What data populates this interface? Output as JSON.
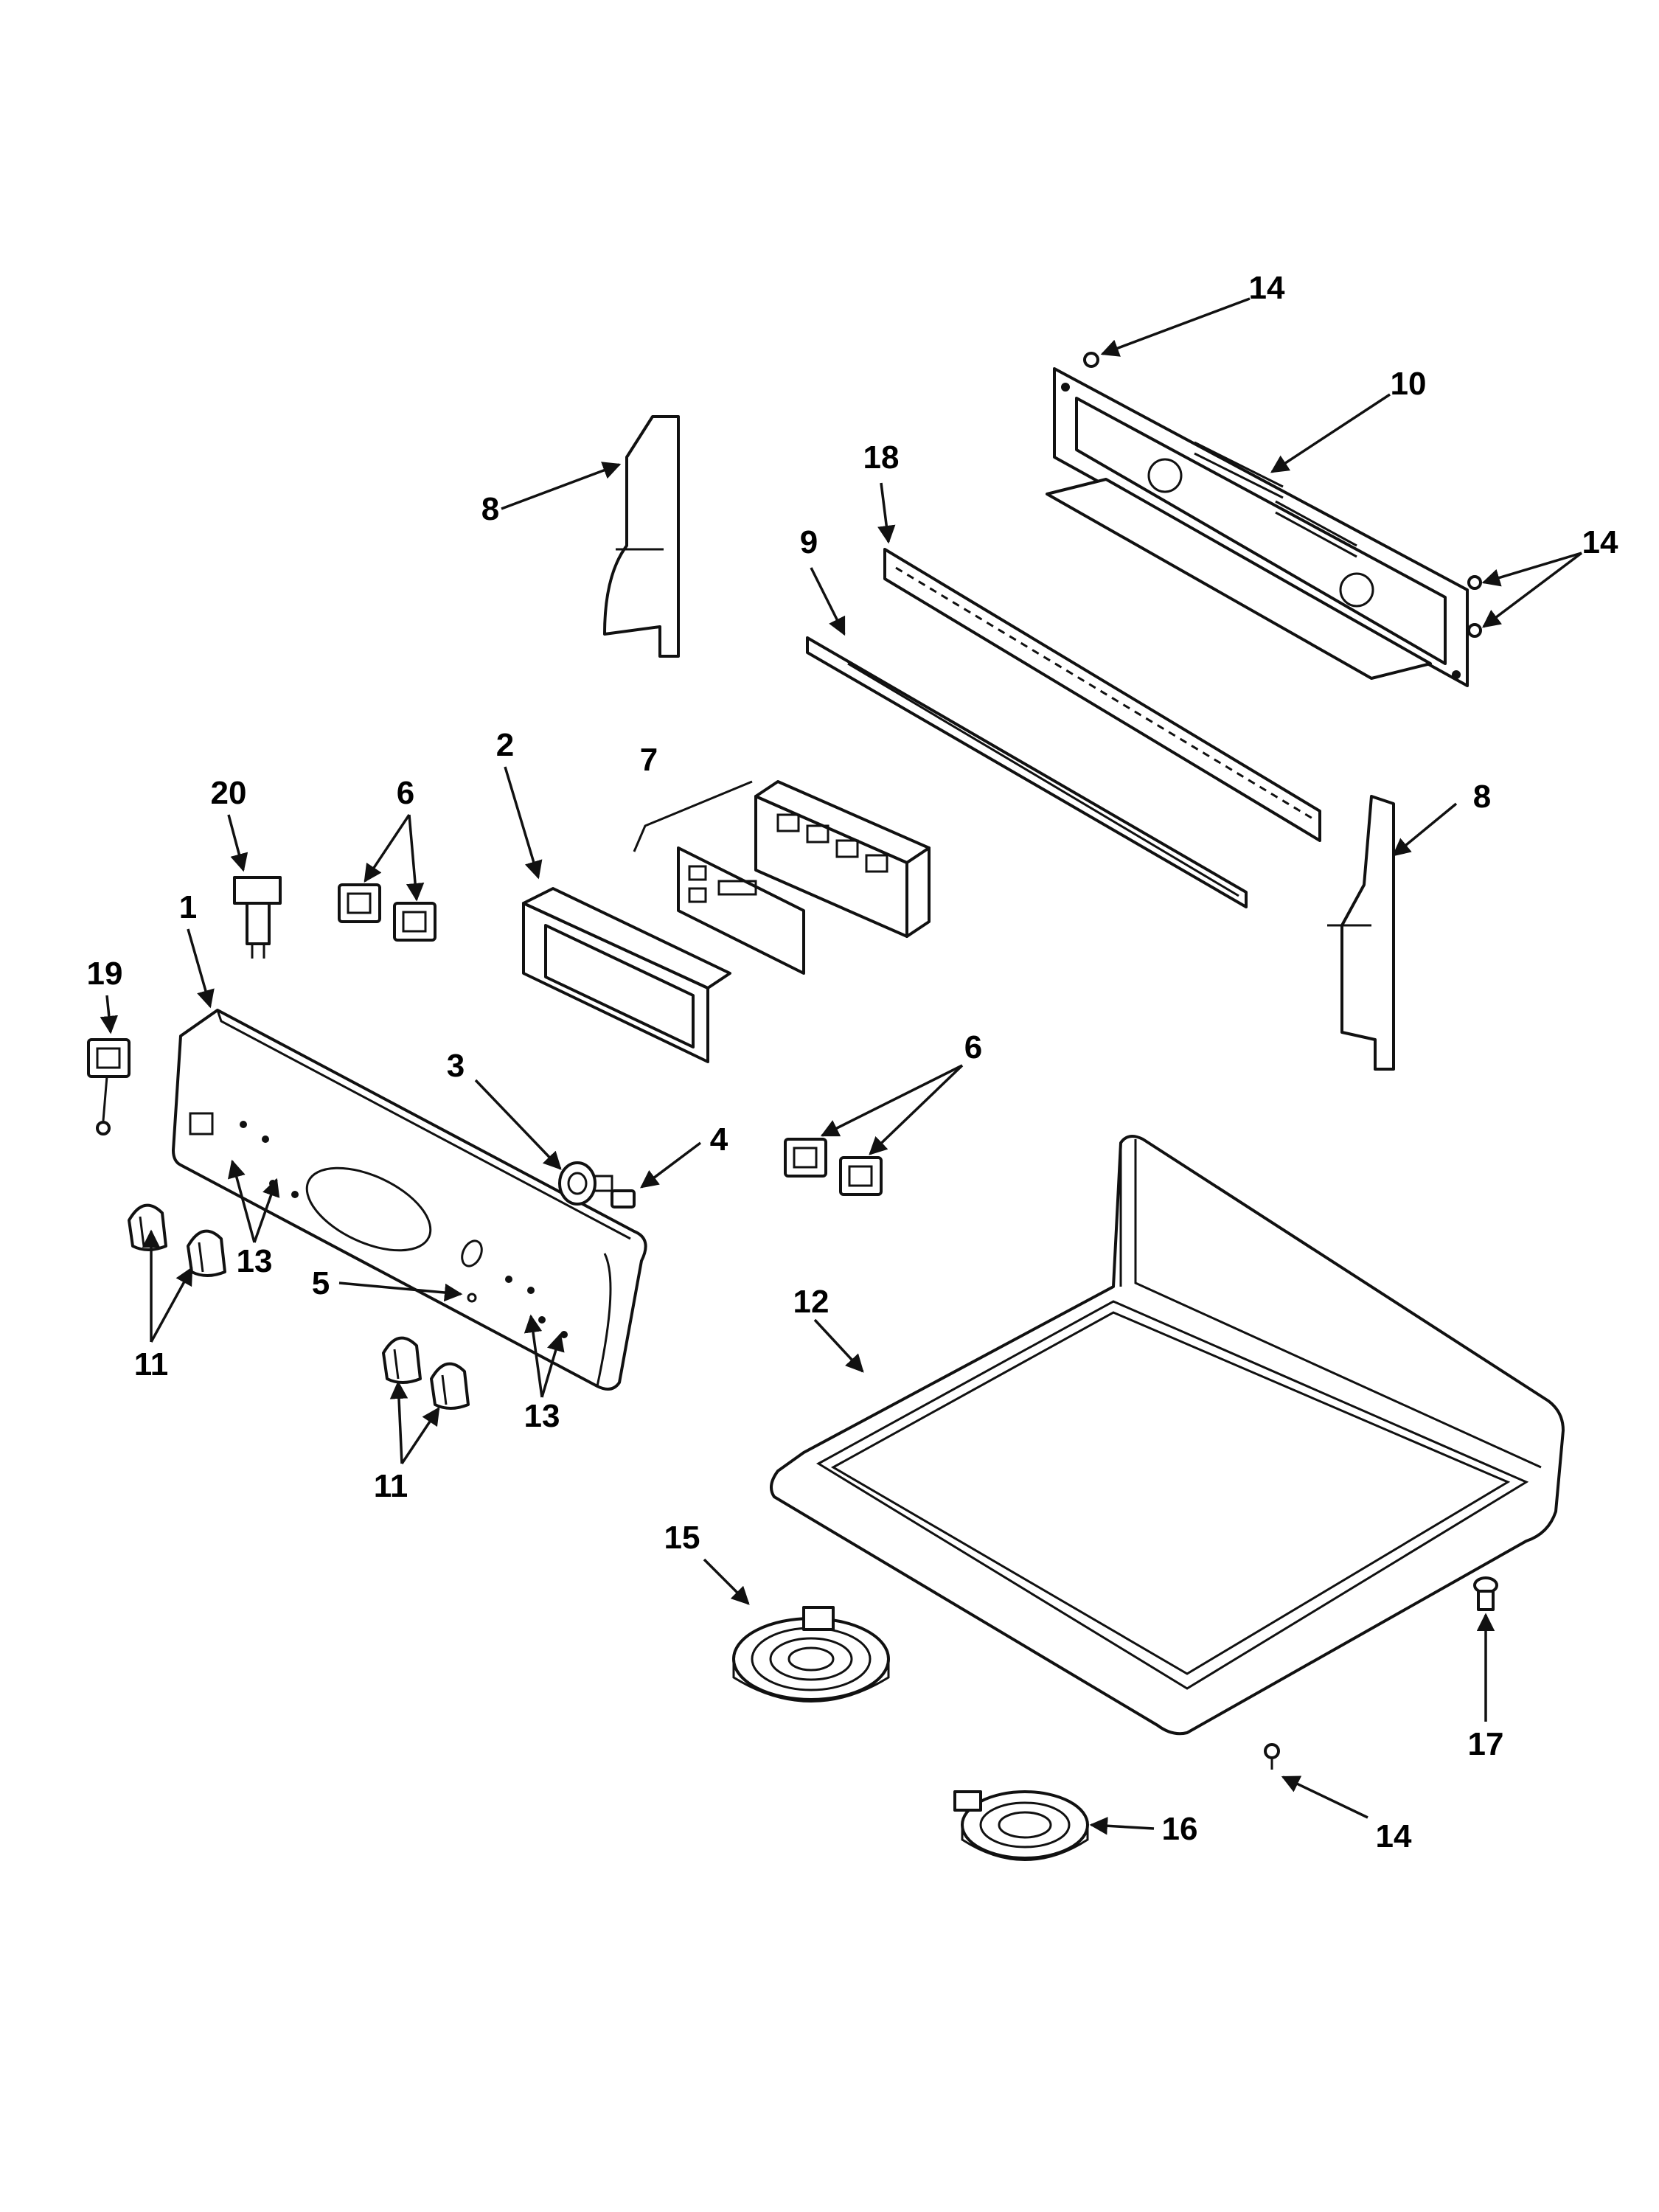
{
  "diagram": {
    "callouts": {
      "c1": "1",
      "c2": "2",
      "c3": "3",
      "c4": "4",
      "c5": "5",
      "c6a": "6",
      "c6b": "6",
      "c7": "7",
      "c8a": "8",
      "c8b": "8",
      "c9": "9",
      "c10": "10",
      "c11a": "11",
      "c11b": "11",
      "c12": "12",
      "c13a": "13",
      "c13b": "13",
      "c14a": "14",
      "c14b": "14",
      "c14c": "14",
      "c15": "15",
      "c16": "16",
      "c17": "17",
      "c18": "18",
      "c19": "19",
      "c20": "20"
    }
  }
}
